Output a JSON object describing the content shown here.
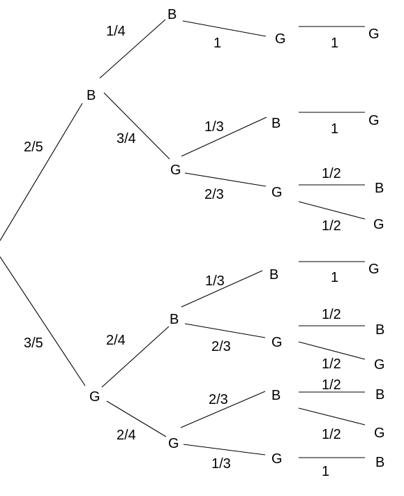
{
  "nodes": {
    "n1": "B",
    "n2": "G",
    "n3": "B",
    "n4": "G",
    "n5": "B",
    "n6": "G",
    "n7": "G",
    "n8": "B",
    "n9": "G",
    "n10": "B",
    "n11": "G",
    "n12": "B",
    "n13": "G",
    "n14": "G",
    "n15": "G",
    "n16": "B",
    "n17": "G",
    "n18": "G",
    "n19": "B",
    "n20": "G",
    "n21": "B",
    "n22": "G",
    "n23": "B"
  },
  "edges": {
    "e_root_n1": "2/5",
    "e_root_n2": "3/5",
    "e_n1_n3": "1/4",
    "e_n1_n4": "3/4",
    "e_n2_n5": "2/4",
    "e_n2_n6": "2/4",
    "e_n3_n7": "1",
    "e_n4_n8": "1/3",
    "e_n4_n9": "2/3",
    "e_n5_n10": "1/3",
    "e_n5_n11": "2/3",
    "e_n6_n12": "2/3",
    "e_n6_n13": "1/3",
    "e_n7_n14": "1",
    "e_n8_n15": "1",
    "e_n9_n16": "1/2",
    "e_n9_n17": "1/2",
    "e_n10_n18": "1",
    "e_n11_n19": "1/2",
    "e_n11_n20": "1/2",
    "e_n12_n21": "1/2",
    "e_n12_n22": "1/2",
    "e_n13_n23": "1"
  }
}
